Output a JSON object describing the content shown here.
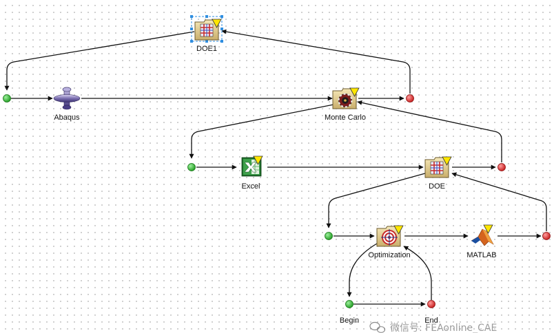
{
  "workflow": {
    "nodes": {
      "doe1": {
        "label": "DOE1",
        "icon": "doe-grid-icon",
        "selected": true
      },
      "abaqus": {
        "label": "Abaqus",
        "icon": "abaqus-icon"
      },
      "monte_carlo": {
        "label": "Monte Carlo",
        "icon": "monte-carlo-icon"
      },
      "excel": {
        "label": "Excel",
        "icon": "excel-icon"
      },
      "doe": {
        "label": "DOE",
        "icon": "doe-grid-icon"
      },
      "optimization": {
        "label": "Optimization",
        "icon": "optimization-target-icon"
      },
      "matlab": {
        "label": "MATLAB",
        "icon": "matlab-icon"
      },
      "begin": {
        "label": "Begin",
        "icon": "start-dot-icon"
      },
      "end": {
        "label": "End",
        "icon": "end-dot-icon"
      }
    },
    "colors": {
      "start_dot": "#2fb52f",
      "end_dot": "#d82a2a",
      "edge": "#111111",
      "selection": "#2f8ee0"
    }
  },
  "watermark": {
    "text": "微信号: FEAonline_CAE"
  }
}
